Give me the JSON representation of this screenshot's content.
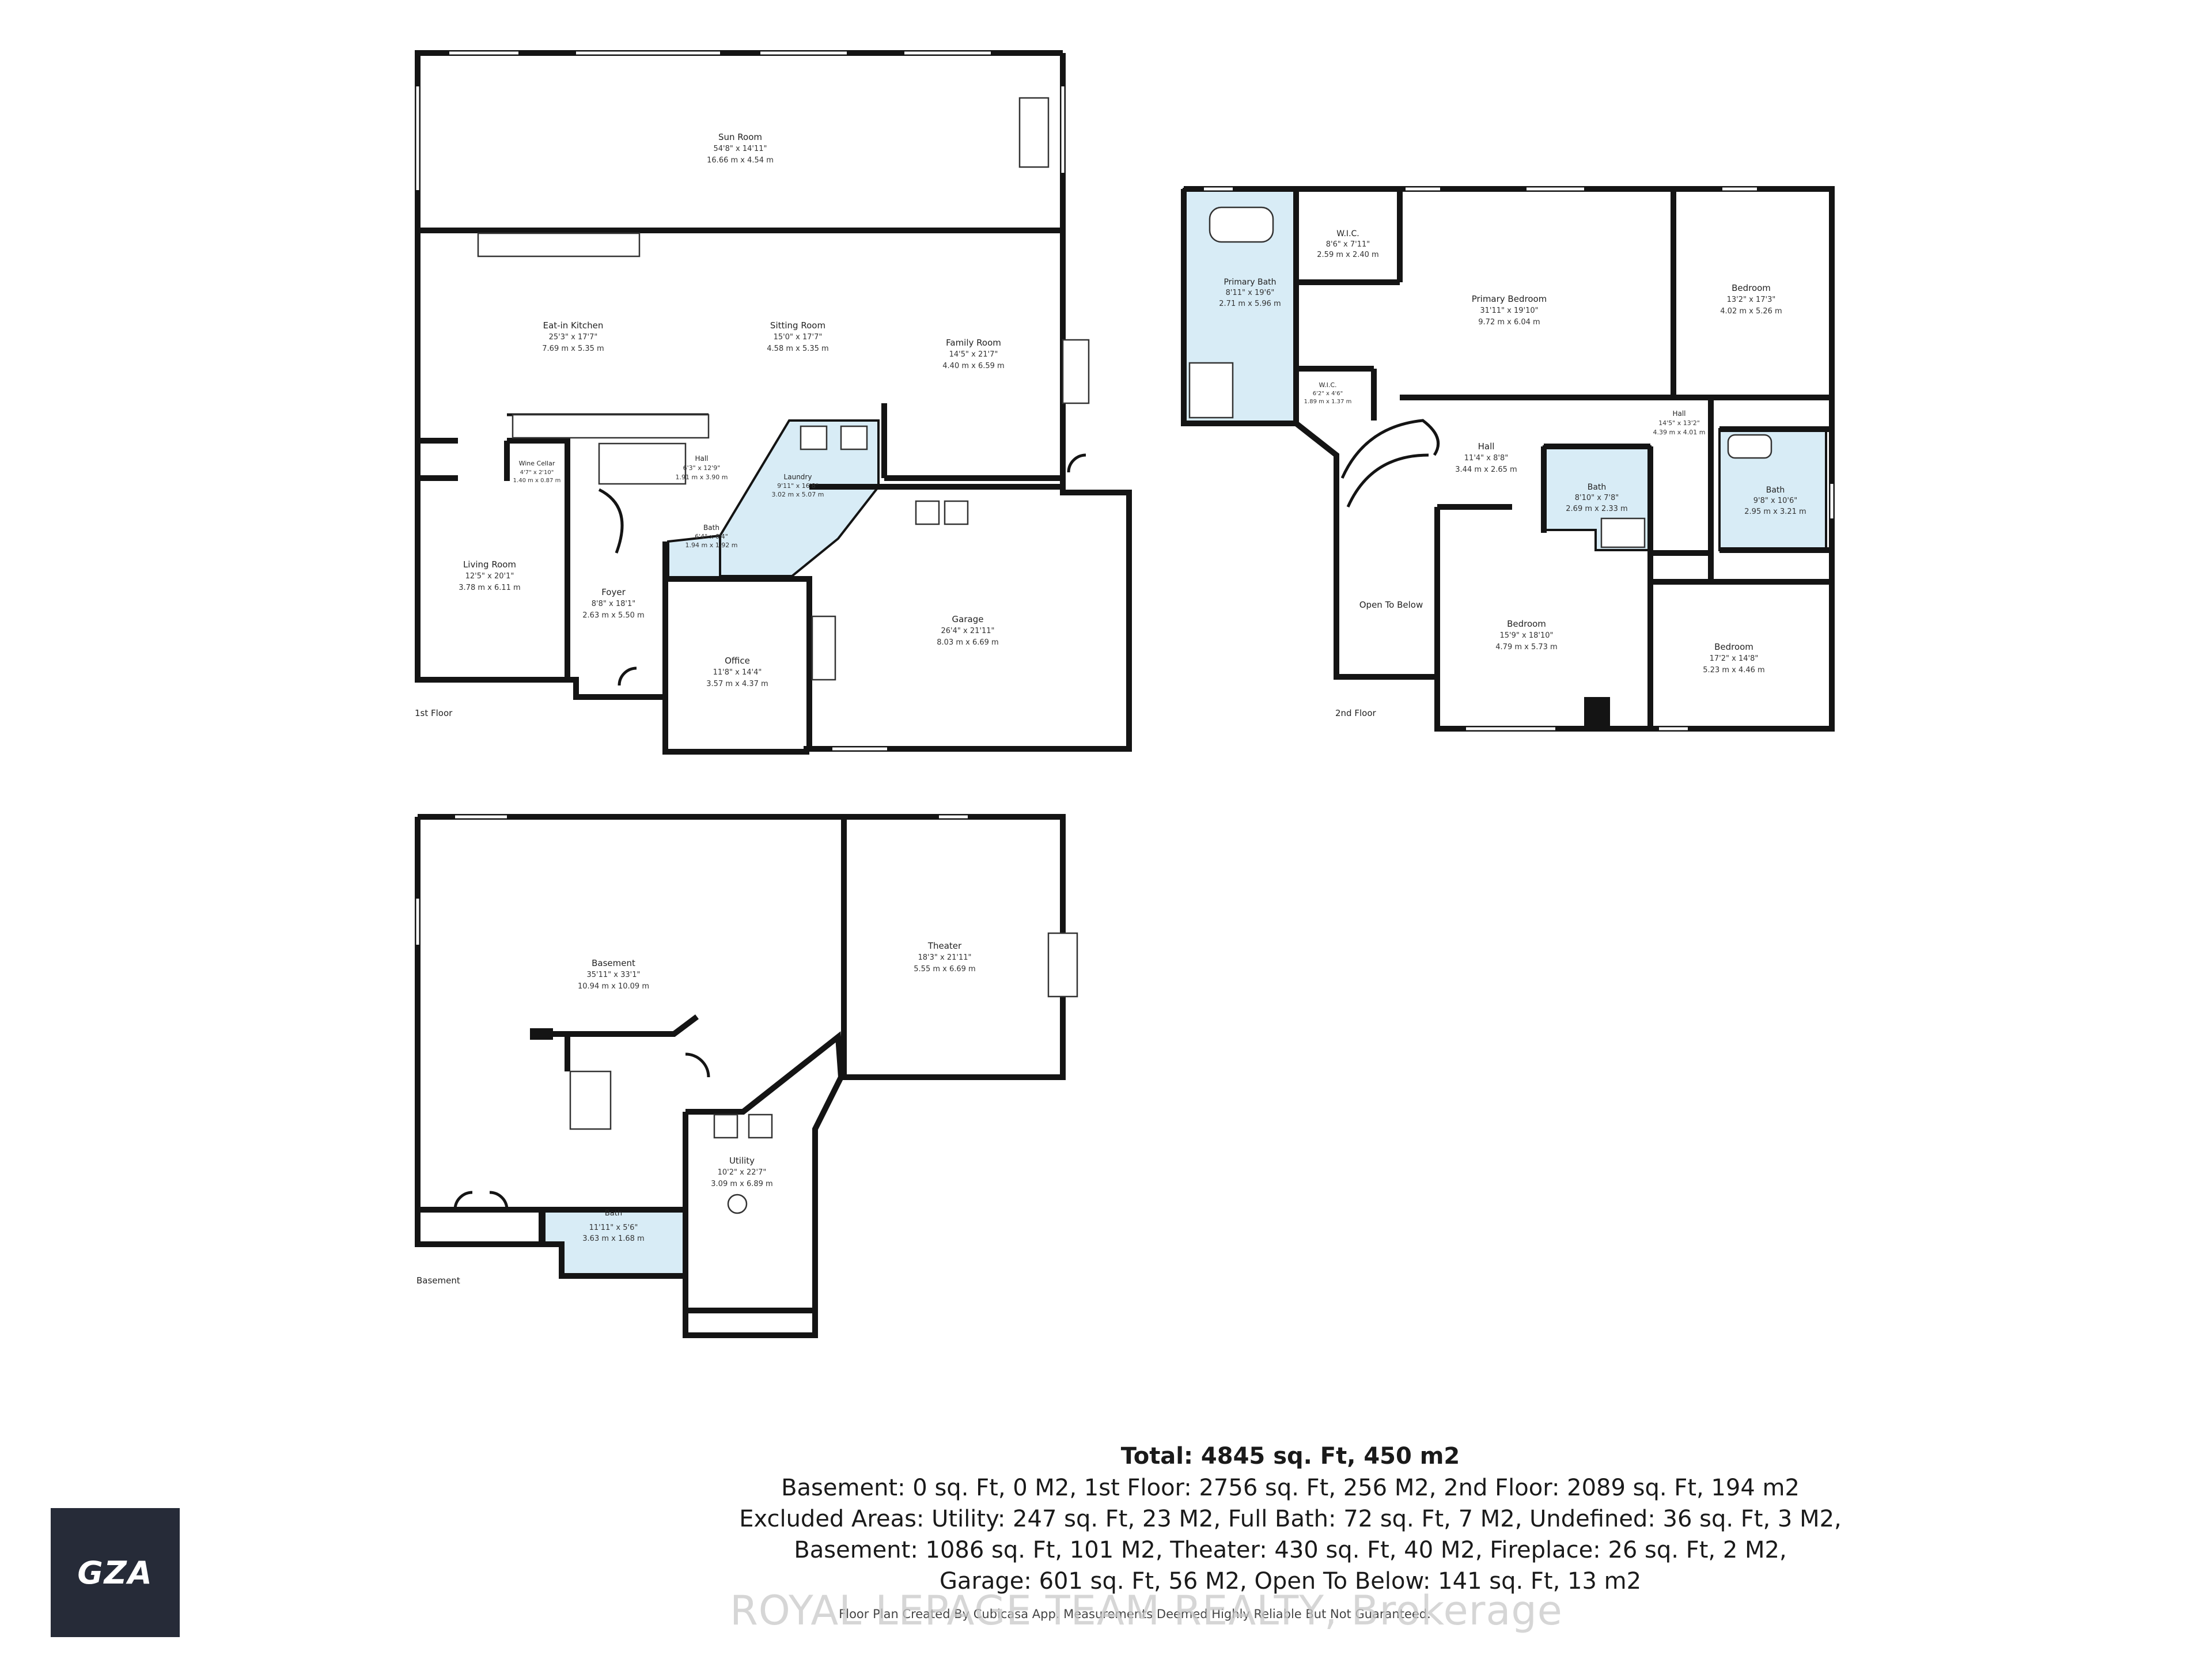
{
  "floors": {
    "first": "1st Floor",
    "second": "2nd Floor",
    "basement": "Basement"
  },
  "rooms": {
    "sun_room": {
      "name": "Sun Room",
      "dim_imperial": "54'8\" x 14'11\"",
      "dim_metric": "16.66 m x 4.54 m"
    },
    "eat_in_kitchen": {
      "name": "Eat-in Kitchen",
      "dim_imperial": "25'3\" x 17'7\"",
      "dim_metric": "7.69 m x 5.35 m"
    },
    "sitting_room": {
      "name": "Sitting Room",
      "dim_imperial": "15'0\" x 17'7\"",
      "dim_metric": "4.58 m x 5.35 m"
    },
    "family_room": {
      "name": "Family Room",
      "dim_imperial": "14'5\" x 21'7\"",
      "dim_metric": "4.40 m x 6.59 m"
    },
    "hall_1": {
      "name": "Hall",
      "dim_imperial": "6'3\" x 12'9\"",
      "dim_metric": "1.91 m x 3.90 m"
    },
    "wine_cellar": {
      "name": "Wine Cellar",
      "dim_imperial": "4'7\" x 2'10\"",
      "dim_metric": "1.40 m x 0.87 m"
    },
    "laundry": {
      "name": "Laundry",
      "dim_imperial": "9'11\" x 16'8\"",
      "dim_metric": "3.02 m x 5.07 m"
    },
    "bath_1": {
      "name": "Bath",
      "dim_imperial": "6'4\" x 6'4\"",
      "dim_metric": "1.94 m x 1.92 m"
    },
    "living_room": {
      "name": "Living Room",
      "dim_imperial": "12'5\" x 20'1\"",
      "dim_metric": "3.78 m x 6.11 m"
    },
    "foyer": {
      "name": "Foyer",
      "dim_imperial": "8'8\" x 18'1\"",
      "dim_metric": "2.63 m x 5.50 m"
    },
    "office": {
      "name": "Office",
      "dim_imperial": "11'8\" x 14'4\"",
      "dim_metric": "3.57 m x 4.37 m"
    },
    "garage": {
      "name": "Garage",
      "dim_imperial": "26'4\" x 21'11\"",
      "dim_metric": "8.03 m x 6.69 m"
    },
    "primary_bath": {
      "name": "Primary Bath",
      "dim_imperial": "8'11\" x 19'6\"",
      "dim_metric": "2.71 m x 5.96 m"
    },
    "wic_1": {
      "name": "W.I.C.",
      "dim_imperial": "8'6\" x 7'11\"",
      "dim_metric": "2.59 m x 2.40 m"
    },
    "wic_2": {
      "name": "W.I.C.",
      "dim_imperial": "6'2\" x 4'6\"",
      "dim_metric": "1.89 m x 1.37 m"
    },
    "primary_bedroom": {
      "name": "Primary Bedroom",
      "dim_imperial": "31'11\" x 19'10\"",
      "dim_metric": "9.72 m x 6.04 m"
    },
    "bedroom_ne": {
      "name": "Bedroom",
      "dim_imperial": "13'2\" x 17'3\"",
      "dim_metric": "4.02 m x 5.26 m"
    },
    "hall_2a": {
      "name": "Hall",
      "dim_imperial": "11'4\" x 8'8\"",
      "dim_metric": "3.44 m x 2.65 m"
    },
    "hall_2b": {
      "name": "Hall",
      "dim_imperial": "14'5\" x 13'2\"",
      "dim_metric": "4.39 m x 4.01 m"
    },
    "bath_2a": {
      "name": "Bath",
      "dim_imperial": "8'10\" x 7'8\"",
      "dim_metric": "2.69 m x 2.33 m"
    },
    "bath_2b": {
      "name": "Bath",
      "dim_imperial": "9'8\" x 10'6\"",
      "dim_metric": "2.95 m x 3.21 m"
    },
    "open_to_below": {
      "name": "Open To Below"
    },
    "bedroom_s": {
      "name": "Bedroom",
      "dim_imperial": "15'9\" x 18'10\"",
      "dim_metric": "4.79 m x 5.73 m"
    },
    "bedroom_se": {
      "name": "Bedroom",
      "dim_imperial": "17'2\" x 14'8\"",
      "dim_metric": "5.23 m x 4.46 m"
    },
    "basement": {
      "name": "Basement",
      "dim_imperial": "35'11\" x 33'1\"",
      "dim_metric": "10.94 m x 10.09 m"
    },
    "theater": {
      "name": "Theater",
      "dim_imperial": "18'3\" x 21'11\"",
      "dim_metric": "5.55 m x 6.69 m"
    },
    "utility": {
      "name": "Utility",
      "dim_imperial": "10'2\" x 22'7\"",
      "dim_metric": "3.09 m x 6.89 m"
    },
    "bath_b": {
      "name": "Bath",
      "dim_imperial": "11'11\" x 5'6\"",
      "dim_metric": "3.63 m x 1.68 m"
    }
  },
  "summary": {
    "total": "Total: 4845 sq. Ft, 450 m2",
    "lines": [
      "Basement: 0 sq. Ft, 0 M2, 1st Floor: 2756 sq. Ft, 256 M2, 2nd Floor: 2089 sq. Ft, 194 m2",
      "Excluded Areas: Utility: 247 sq. Ft, 23 M2, Full Bath: 72 sq. Ft, 7 M2, Undefined: 36 sq. Ft, 3 M2,",
      "Basement: 1086 sq. Ft, 101 M2, Theater: 430 sq. Ft, 40 M2, Fireplace: 26 sq. Ft, 2 M2,",
      "Garage: 601 sq. Ft, 56 M2, Open To Below: 141 sq. Ft, 13 m2"
    ],
    "credit": "Floor Plan Created By Cubicasa App. Measurements Deemed Highly Reliable But Not Guaranteed.",
    "watermark": "ROYAL LEPAGE TEAM REALTY, Brokerage"
  },
  "logo": {
    "text": "GZA",
    "background": "#262b38"
  },
  "colors": {
    "wall": "#141414",
    "wet_area": "#d8ecf6"
  }
}
